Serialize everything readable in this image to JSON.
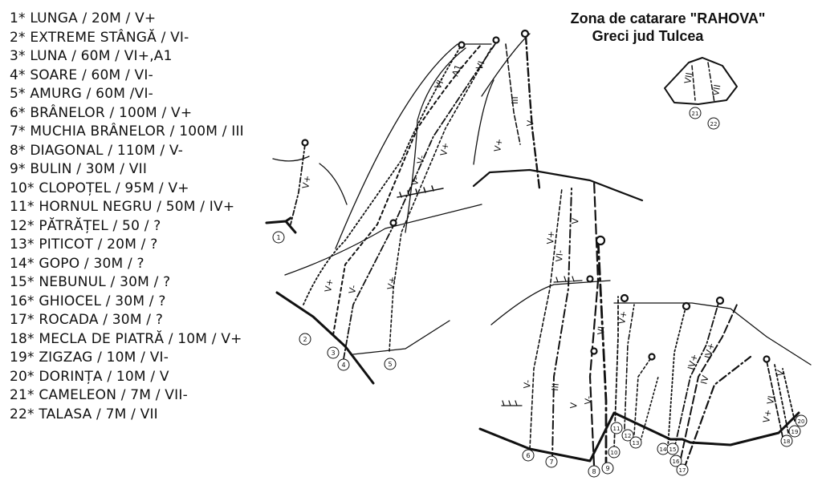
{
  "title": {
    "line1": "Zona de catarare \"RAHOVA\"",
    "line2": "Greci jud Tulcea"
  },
  "routes": [
    "1* LUNGA / 20M / V+",
    "2* EXTREME STÂNGĂ / VI-",
    "3* LUNA / 60M / VI+,A1",
    "4* SOARE / 60M / VI-",
    "5* AMURG / 60M /VI-",
    "6* BRÂNELOR / 100M / V+",
    "7* MUCHIA BRÂNELOR / 100M / III",
    "8* DIAGONAL / 110M / V-",
    "9* BULIN / 30M / VII",
    "10* CLOPOȚEL / 95M / V+",
    "11* HORNUL NEGRU / 50M / IV+",
    "12* PĂTRĂȚEL / 50 / ?",
    "13* PITICOT / 20M / ?",
    "14* GOPO / 30M / ?",
    "15* NEBUNUL / 30M / ?",
    "16* GHIOCEL / 30M / ?",
    "17* ROCADA / 30M / ?",
    "18* MECLA DE PIATRĂ / 10M / V+",
    "19* ZIGZAG / 10M / VI-",
    "20* DORINȚA / 10M / V",
    "21* CAMELEON / 7M / VII-",
    "22* TALASA / 7M / VII"
  ],
  "route_grades_on_topo": [
    "V+",
    "VI-",
    "A1",
    "VI",
    "V+",
    "V-",
    "III",
    "V",
    "V+",
    "V+",
    "V-",
    "V+",
    "V-",
    "V-",
    "V+",
    "V",
    "VI-",
    "VI",
    "V-",
    "III",
    "V",
    "V+",
    "IV+",
    "IV+",
    "IV",
    "V+",
    "VI",
    "V",
    "VII",
    "VII"
  ],
  "markers": [
    "1",
    "2",
    "3",
    "4",
    "5",
    "6",
    "7",
    "8",
    "9",
    "10",
    "11",
    "12",
    "13",
    "14",
    "15",
    "16",
    "17",
    "18",
    "19",
    "20",
    "21",
    "22"
  ]
}
